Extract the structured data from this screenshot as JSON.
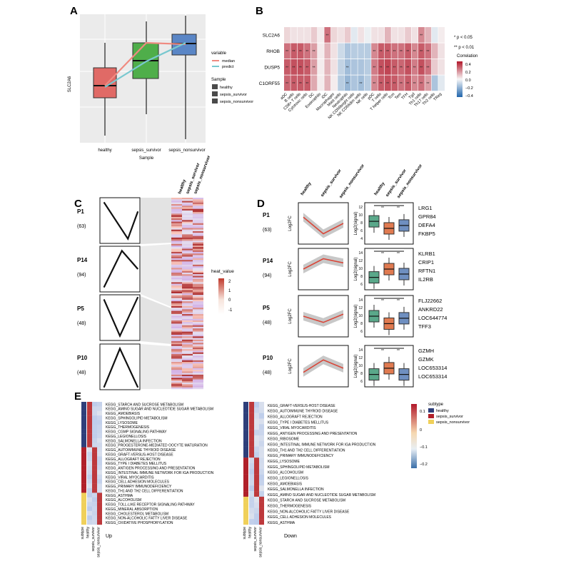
{
  "panelA": {
    "letter": "A",
    "ylabel": "SLC2A6",
    "xlabel": "Sample",
    "categories": [
      "healthy",
      "sepsis_survivor",
      "sepsis_nonsurvivor"
    ],
    "legend_variable_title": "variable",
    "legend_variable": [
      "median",
      "predict"
    ],
    "legend_sample_title": "Sample",
    "legend_sample": [
      "healthy",
      "sepsis_survivor",
      "sepsis_nonsurvivor"
    ],
    "colors": {
      "healthy": "#e06a66",
      "survivor": "#4fae4a",
      "nonsurvivor": "#5a86c6",
      "median": "#f08a80",
      "predict": "#78c8cf"
    }
  },
  "panelB": {
    "letter": "B",
    "genes": [
      "SLC2A6",
      "RHOB",
      "DUSP5",
      "C1ORF55"
    ],
    "cells": [
      "aDC",
      "B cells",
      "CD8+ T cells",
      "Cytotoxic cells",
      "DC",
      "Eosinophils",
      "iDC",
      "Macrophages",
      "Mast cells",
      "Neutrophils",
      "NK CD56bright cells",
      "NK CD56dim cells",
      "NK cells",
      "pDC",
      "T cells",
      "T helper cells",
      "Tcm",
      "Tem",
      "TFH",
      "Tgd",
      "Th1 cells",
      "Th17 cells",
      "Th2 cells",
      "TReg"
    ],
    "sig_note1": "* p < 0.05",
    "sig_note2": "** p < 0.01",
    "corr_title": "Correlation",
    "corr_ticks": [
      "0.4",
      "0.2",
      "0.0",
      "−0.2",
      "−0.4"
    ]
  },
  "panelC": {
    "letter": "C",
    "clusters": [
      {
        "name": "P1",
        "count": "(63)"
      },
      {
        "name": "P14",
        "count": "(94)"
      },
      {
        "name": "P5",
        "count": "(48)"
      },
      {
        "name": "P10",
        "count": "(48)"
      }
    ],
    "col_labels": [
      "healthy",
      "sepsis_survivor",
      "sepsis_nonsurvivor"
    ],
    "heat_title": "heat_value",
    "heat_ticks": [
      "2",
      "1",
      "0",
      "-1"
    ]
  },
  "panelD": {
    "letter": "D",
    "col_labels": [
      "healthy",
      "sepsis_survivor",
      "sepsis_nonsurvivor"
    ],
    "log2fc_label": "Log2FC",
    "signal_label": "Log2(signal)",
    "sig_mark": "**",
    "rows": [
      {
        "name": "P1",
        "count": "(63)",
        "genes": [
          "LRG1",
          "GPR84",
          "DEFA4",
          "FKBP5"
        ],
        "ticks": [
          "12",
          "10",
          "8",
          "6",
          "4"
        ]
      },
      {
        "name": "P14",
        "count": "(94)",
        "genes": [
          "KLRB1",
          "CRIP1",
          "RFTN1",
          "IL2RB"
        ],
        "ticks": [
          "14",
          "12",
          "10",
          "8",
          "6"
        ]
      },
      {
        "name": "P5",
        "count": "(48)",
        "genes": [
          "FLJ22662",
          "ANKRD22",
          "LOC644774",
          "TFF3"
        ],
        "ticks": [
          "14",
          "12",
          "10",
          "8",
          "6"
        ]
      },
      {
        "name": "P10",
        "count": "(48)",
        "genes": [
          "GZMH",
          "GZMK",
          "LOC653314",
          "LOC653314"
        ],
        "ticks": [
          "14",
          "12",
          "10",
          "8",
          "6"
        ]
      }
    ]
  },
  "panelE": {
    "letter": "E",
    "up_terms": [
      "KEGG_STARCH AND SUCROSE METABOLISM",
      "KEGG_AMINO SUGAR AND NUCLEOTIDE SUGAR METABOLISM",
      "KEGG_AMOEBIASIS",
      "KEGG_SPHINGOLIPID METABOLISM",
      "KEGG_LYSOSOME",
      "KEGG_THERMOGENESIS",
      "KEGG_CGMP SIGNALING PATHWAY",
      "KEGG_LEGIONELLOSIS",
      "KEGG_SALMONELLA INFECTION",
      "KEGG_PROGESTERONE-MEDIATED OOCYTE MATURATION",
      "KEGG_AUTOIMMUNE THYROID DISEASE",
      "KEGG_GRAFT-VERSUS-HOST DISEASE",
      "KEGG_ALLOGRAFT REJECTION",
      "KEGG_TYPE I DIABETES MELLITUS",
      "KEGG_ANTIGEN PROCESSING AND PRESENTATION",
      "KEGG_INTESTINAL IMMUNE NETWORK FOR IGA PRODUCTION",
      "KEGG_VIRAL MYOCARDITIS",
      "KEGG_CELL ADHESION MOLECULES",
      "KEGG_PRIMARY IMMUNODEFICIENCY",
      "KEGG_TH1 AND TH2 CELL DIFFERENTIATION",
      "KEGG_ASTHMA",
      "KEGG_ALCOHOLISM",
      "KEGG_TOLL-LIKE RECEPTOR SIGNALING PATHWAY",
      "KEGG_MINERAL ABSORPTION",
      "KEGG_CHOLESTEROL METABOLISM",
      "KEGG_NON-ALCOHOLIC FATTY LIVER DISEASE",
      "KEGG_OXIDATIVE PHOSPHORYLATION"
    ],
    "down_terms": [
      "KEGG_GRAFT-VERSUS-HOST DISEASE",
      "KEGG_AUTOIMMUNE THYROID DISEASE",
      "KEGG_ALLOGRAFT REJECTION",
      "KEGG_TYPE I DIABETES MELLITUS",
      "KEGG_VIRAL MYOCARDITIS",
      "KEGG_ANTIGEN PROCESSING AND PRESENTATION",
      "KEGG_RIBOSOME",
      "KEGG_INTESTINAL IMMUNE NETWORK FOR IGA PRODUCTION",
      "KEGG_TH1 AND TH2 CELL DIFFERENTIATION",
      "KEGG_PRIMARY IMMUNODEFICIENCY",
      "KEGG_LYSOSOME",
      "KEGG_SPHINGOLIPID METABOLISM",
      "KEGG_ALCOHOLISM",
      "KEGG_LEGIONELLOSIS",
      "KEGG_AMOEBIASIS",
      "KEGG_SALMONELLA INFECTION",
      "KEGG_AMINO SUGAR AND NUCLEOTIDE SUGAR METABOLISM",
      "KEGG_STARCH AND SUCROSE METABOLISM",
      "KEGG_THERMOGENESIS",
      "KEGG_NON-ALCOHOLIC FATTY LIVER DISEASE",
      "KEGG_CELL ADHESION MOLECULES",
      "KEGG_ASTHMA"
    ],
    "col_labels": [
      "subtype",
      "healthy",
      "sepsis_survivor",
      "sepsis_nonsurvivor"
    ],
    "up_label": "Up",
    "down_label": "Down",
    "legend_title": "subtype",
    "legend_items": [
      "healthy",
      "sepsis_survivor",
      "sepsis_nonsurvivor"
    ],
    "legend_ticks": [
      "0.1",
      "0",
      "−0.1",
      "−0.2"
    ],
    "subtype_colors": [
      "#2e3f7a",
      "#b0202a",
      "#f0d05a"
    ]
  }
}
